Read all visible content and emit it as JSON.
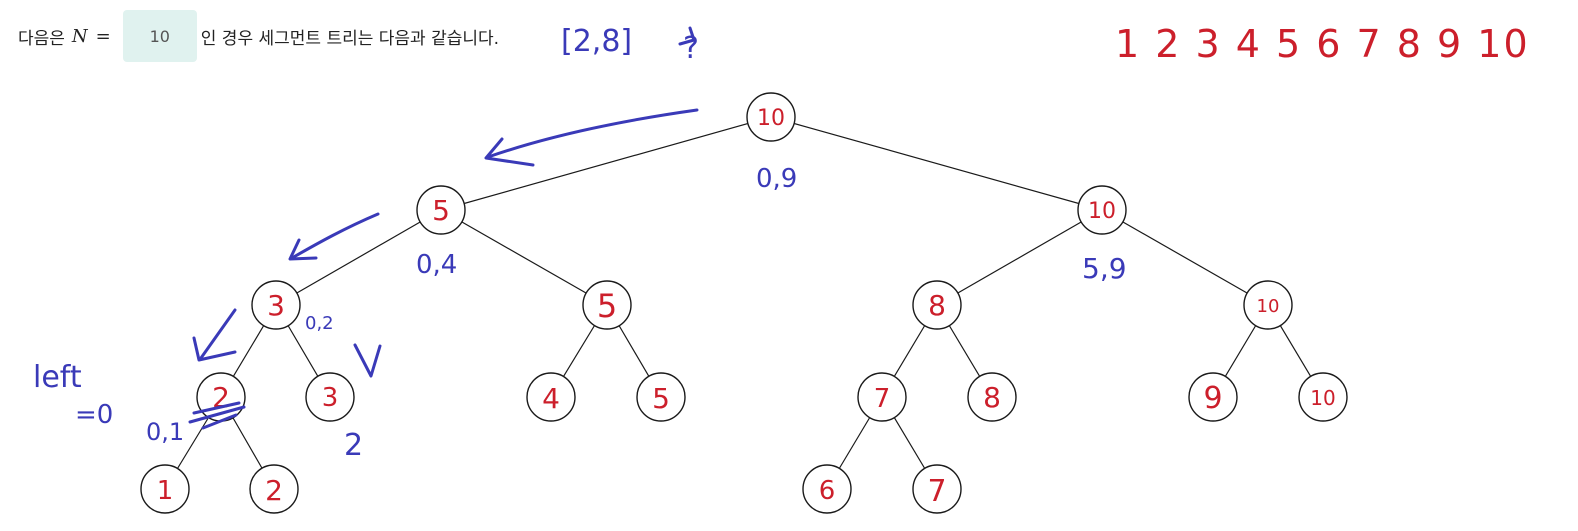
{
  "header": {
    "prefix": "다음은",
    "var": "N",
    "eq": "=",
    "n_value": "10",
    "suffix": "인 경우 세그먼트 트리는 다음과 같습니다."
  },
  "annotations": {
    "query": "[2,8]",
    "query_mark": "?",
    "sequence": "1 2 3 4 5 6 7 8 9 10",
    "root_range": "0,9",
    "left_range": "0,4",
    "right_range": "5,9",
    "ll_range": "0,2",
    "left_word": "left",
    "left_eq": "=0",
    "lll_range": "0,1",
    "two_mark": "2"
  },
  "tree": {
    "root": "10",
    "l": "5",
    "r": "10",
    "ll": "3",
    "lr": "5",
    "rl": "8",
    "rr": "10",
    "lll": "2",
    "llr": "3",
    "lrl": "4",
    "lrr": "5",
    "rll": "7",
    "rlr": "8",
    "rrl": "9",
    "rrr": "10",
    "llll": "1",
    "lllr": "2",
    "rlll": "6",
    "rllr": "7"
  },
  "colors": {
    "red_ink": "#cc1f2b",
    "blue_ink": "#3a3ab8",
    "input_bg": "#e0f2ef"
  }
}
